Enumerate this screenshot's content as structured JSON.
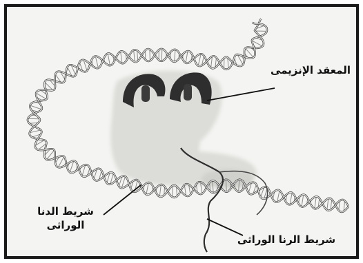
{
  "labels": {
    "enzyme_complex": "المعقد الإنزيمى",
    "dna_strand_line1": "شريط الدنا",
    "dna_strand_line2": "الوراثى",
    "rna_strand": "شريط الرنا الوراثى"
  },
  "colors": {
    "frame": "#1a1a1a",
    "paper": "#f4f4f2",
    "helix_stroke": "#3a3a3a",
    "enzyme_body": "#dcdcd8",
    "enzyme_dark": "#2e2e2e"
  }
}
